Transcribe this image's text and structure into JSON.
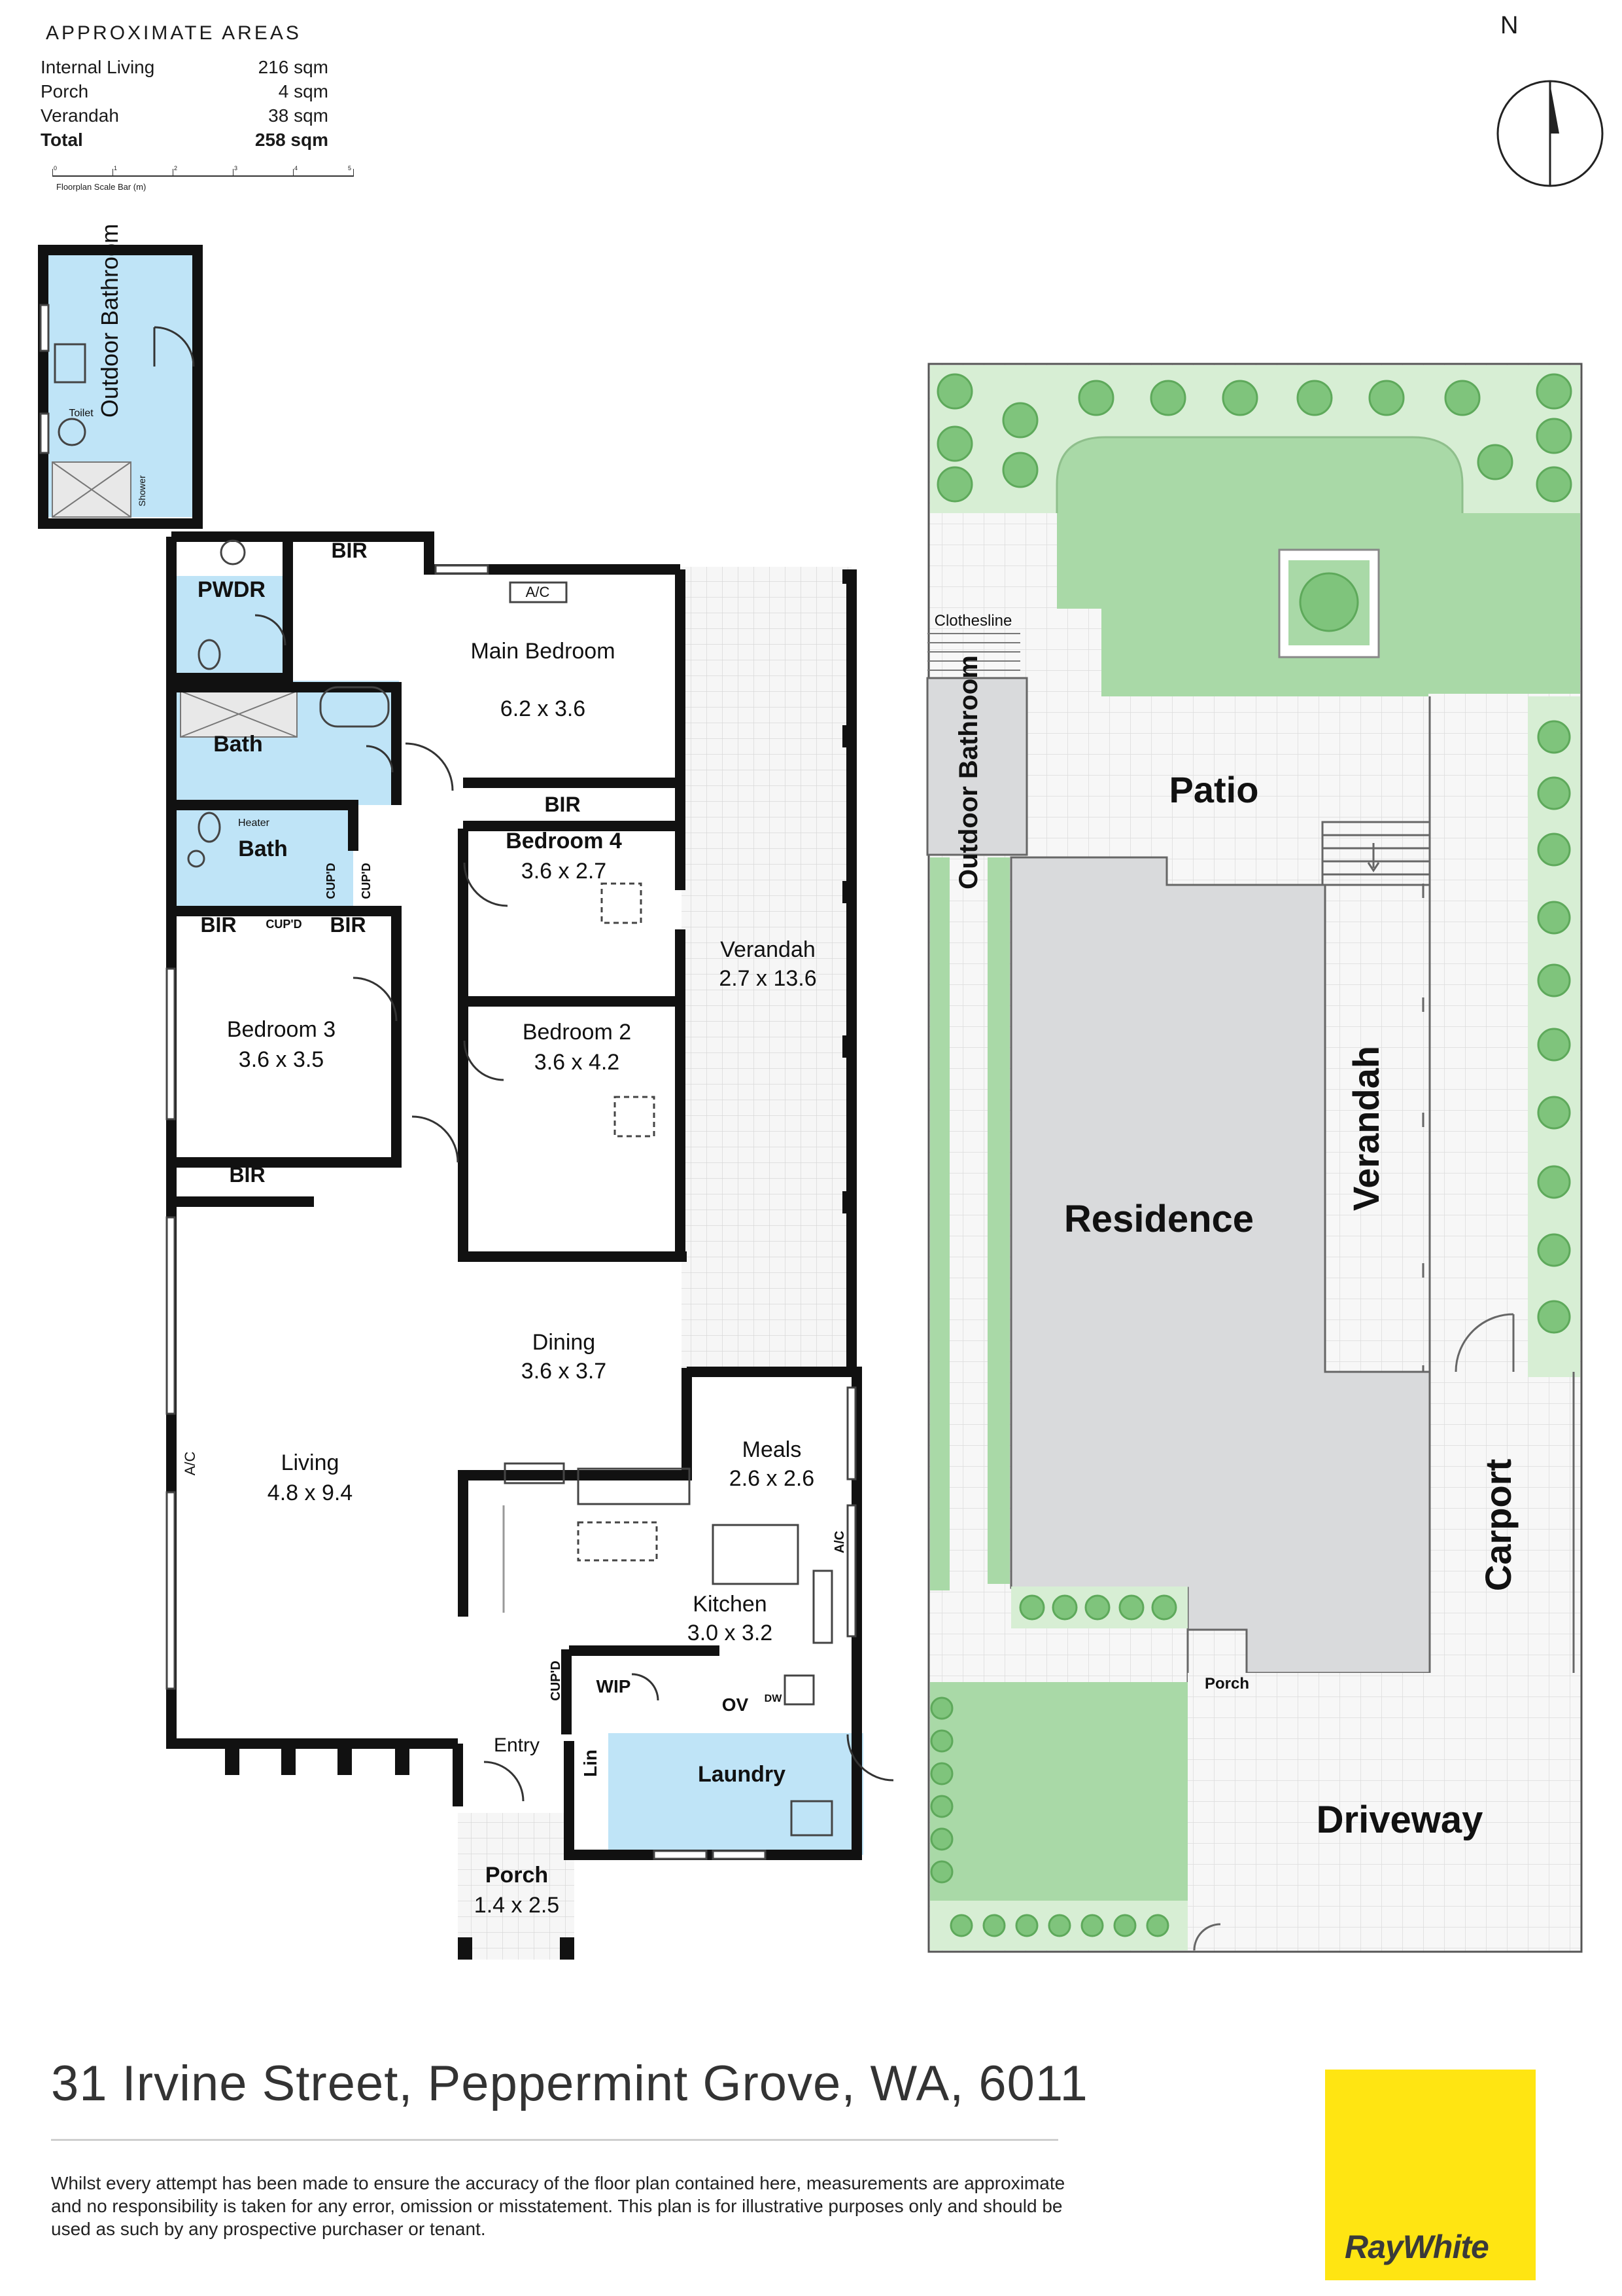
{
  "areas": {
    "heading": "APPROXIMATE AREAS",
    "rows": [
      {
        "label": "Internal Living",
        "value": "216 sqm"
      },
      {
        "label": "Porch",
        "value": "4 sqm"
      },
      {
        "label": "Verandah",
        "value": "38 sqm"
      },
      {
        "label": "Total",
        "value": "258 sqm"
      }
    ],
    "scale_ticks": [
      "0",
      "1",
      "2",
      "3",
      "4",
      "5"
    ],
    "scale_caption": "Floorplan Scale Bar (m)"
  },
  "compass": {
    "label": "N"
  },
  "floorplan": {
    "rooms": {
      "outdoor_bathroom": "Outdoor Bathroom",
      "toilet": "Toilet",
      "shower": "Shower",
      "pwdr": "PWDR",
      "bir_top": "BIR",
      "ac_main": "A/C",
      "main_bedroom": "Main Bedroom",
      "main_bedroom_size": "6.2 x 3.6",
      "bath1": "Bath",
      "bir_main": "BIR",
      "bedroom4": "Bedroom 4",
      "bedroom4_size": "3.6 x 2.7",
      "heater": "Heater",
      "bath2": "Bath",
      "cupd_a": "CUP'D",
      "cupd_b": "CUP'D",
      "bir_b3a": "BIR",
      "cupd_c": "CUP'D",
      "bir_b3b": "BIR",
      "verandah": "Verandah",
      "verandah_size": "2.7 x 13.6",
      "bedroom3": "Bedroom 3",
      "bedroom3_size": "3.6 x 3.5",
      "bedroom2": "Bedroom 2",
      "bedroom2_size": "3.6 x 4.2",
      "bir_b3c": "BIR",
      "dining": "Dining",
      "dining_size": "3.6 x 3.7",
      "living": "Living",
      "living_size": "4.8 x 9.4",
      "ac_living": "A/C",
      "meals": "Meals",
      "meals_size": "2.6 x 2.6",
      "ac_meals": "A/C",
      "kitchen": "Kitchen",
      "kitchen_size": "3.0 x 3.2",
      "dw": "DW",
      "cupd_d": "CUP'D",
      "wip": "WIP",
      "ov": "OV",
      "entry": "Entry",
      "lin": "Lin",
      "laundry": "Laundry",
      "porch": "Porch",
      "porch_size": "1.4 x 2.5"
    }
  },
  "siteplan": {
    "clothesline": "Clothesline",
    "outdoor_bathroom": "Outdoor Bathroom",
    "patio": "Patio",
    "residence": "Residence",
    "verandah": "Verandah",
    "carport": "Carport",
    "porch": "Porch",
    "driveway": "Driveway"
  },
  "footer": {
    "address": "31 Irvine Street, Peppermint Grove, WA, 6011",
    "disclaimer": "Whilst every attempt has been made to ensure the accuracy of the floor plan contained here, measurements are approximate and no responsibility is taken for any error, omission or misstatement. This plan is for illustrative purposes only and should be used as such by any prospective purchaser or tenant.",
    "logo_text": "RayWhite"
  },
  "colors": {
    "wet_area": "#bfe4f7",
    "lawn": "#a8d9a8",
    "garden_bed": "#d7eed4",
    "residence": "#d9dadc",
    "tiles": "#f2f2f2",
    "wall": "#111111",
    "logo": "#ffe512"
  }
}
